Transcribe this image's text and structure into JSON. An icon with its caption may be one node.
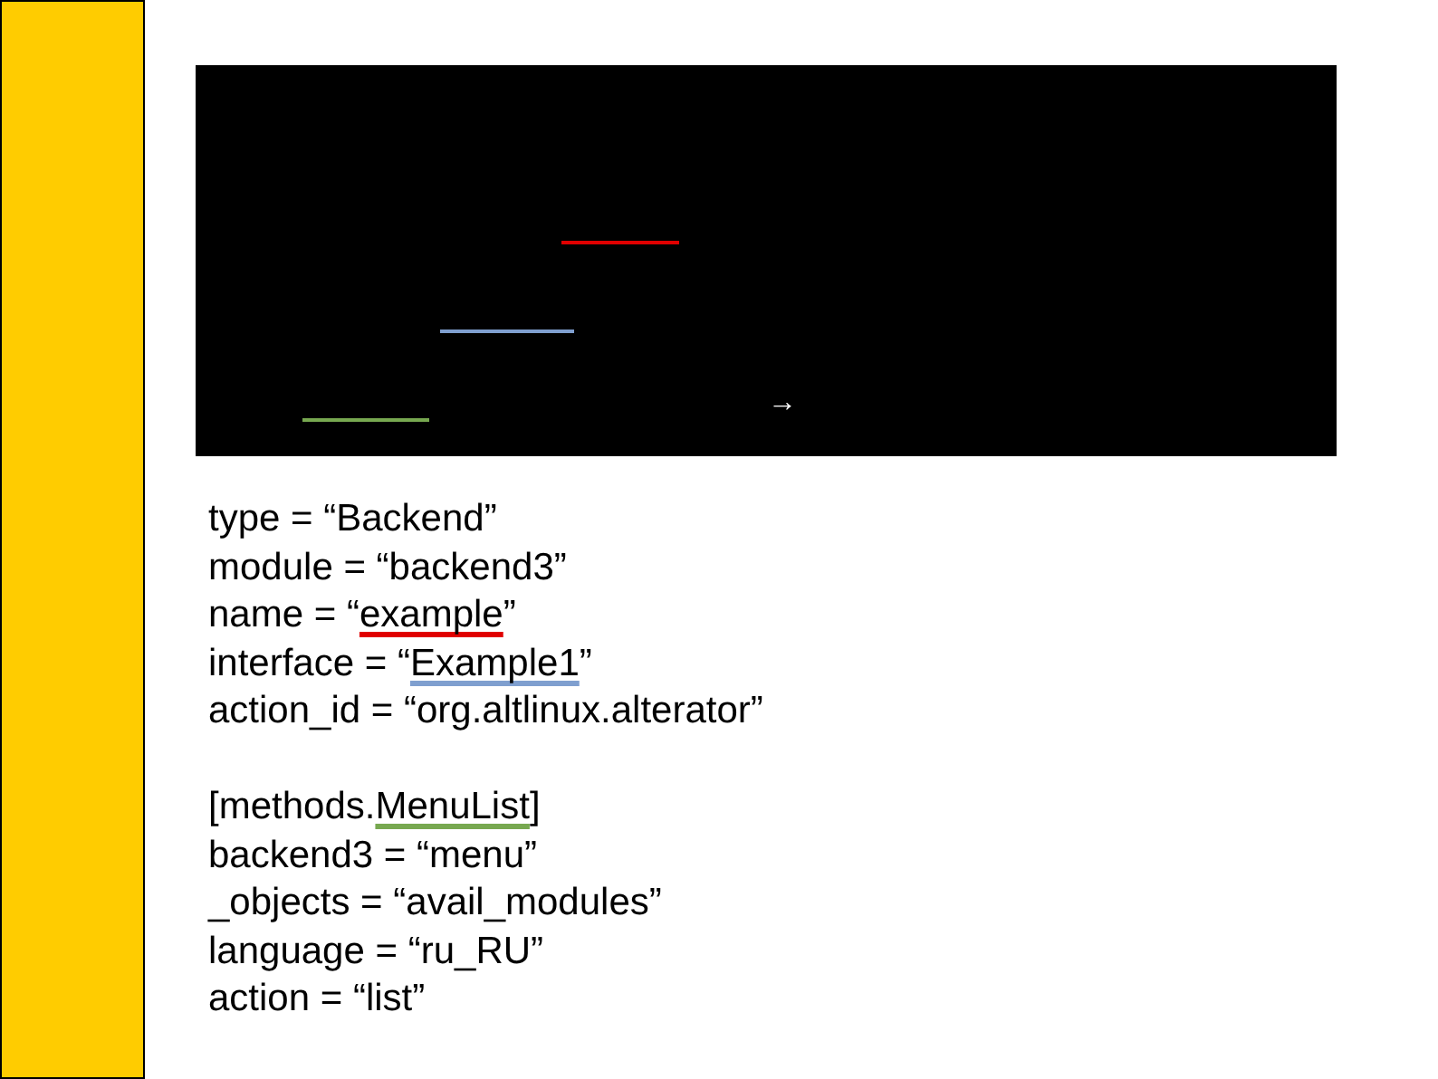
{
  "diagram": {
    "nodes": [
      {
        "text": [],
        "shape": "bar"
      }
    ],
    "labels": [
      "→",
      "type = “Backend”",
      "module = “backend3”",
      "name = “example”",
      "interface = “Example1”",
      "action_id = “org.altlinux.alterator”",
      "[methods.MenuList]",
      "backend3 = “menu”",
      "_objects = “avail_modules”",
      "language = “ru_RU”",
      "action = “list”"
    ]
  }
}
